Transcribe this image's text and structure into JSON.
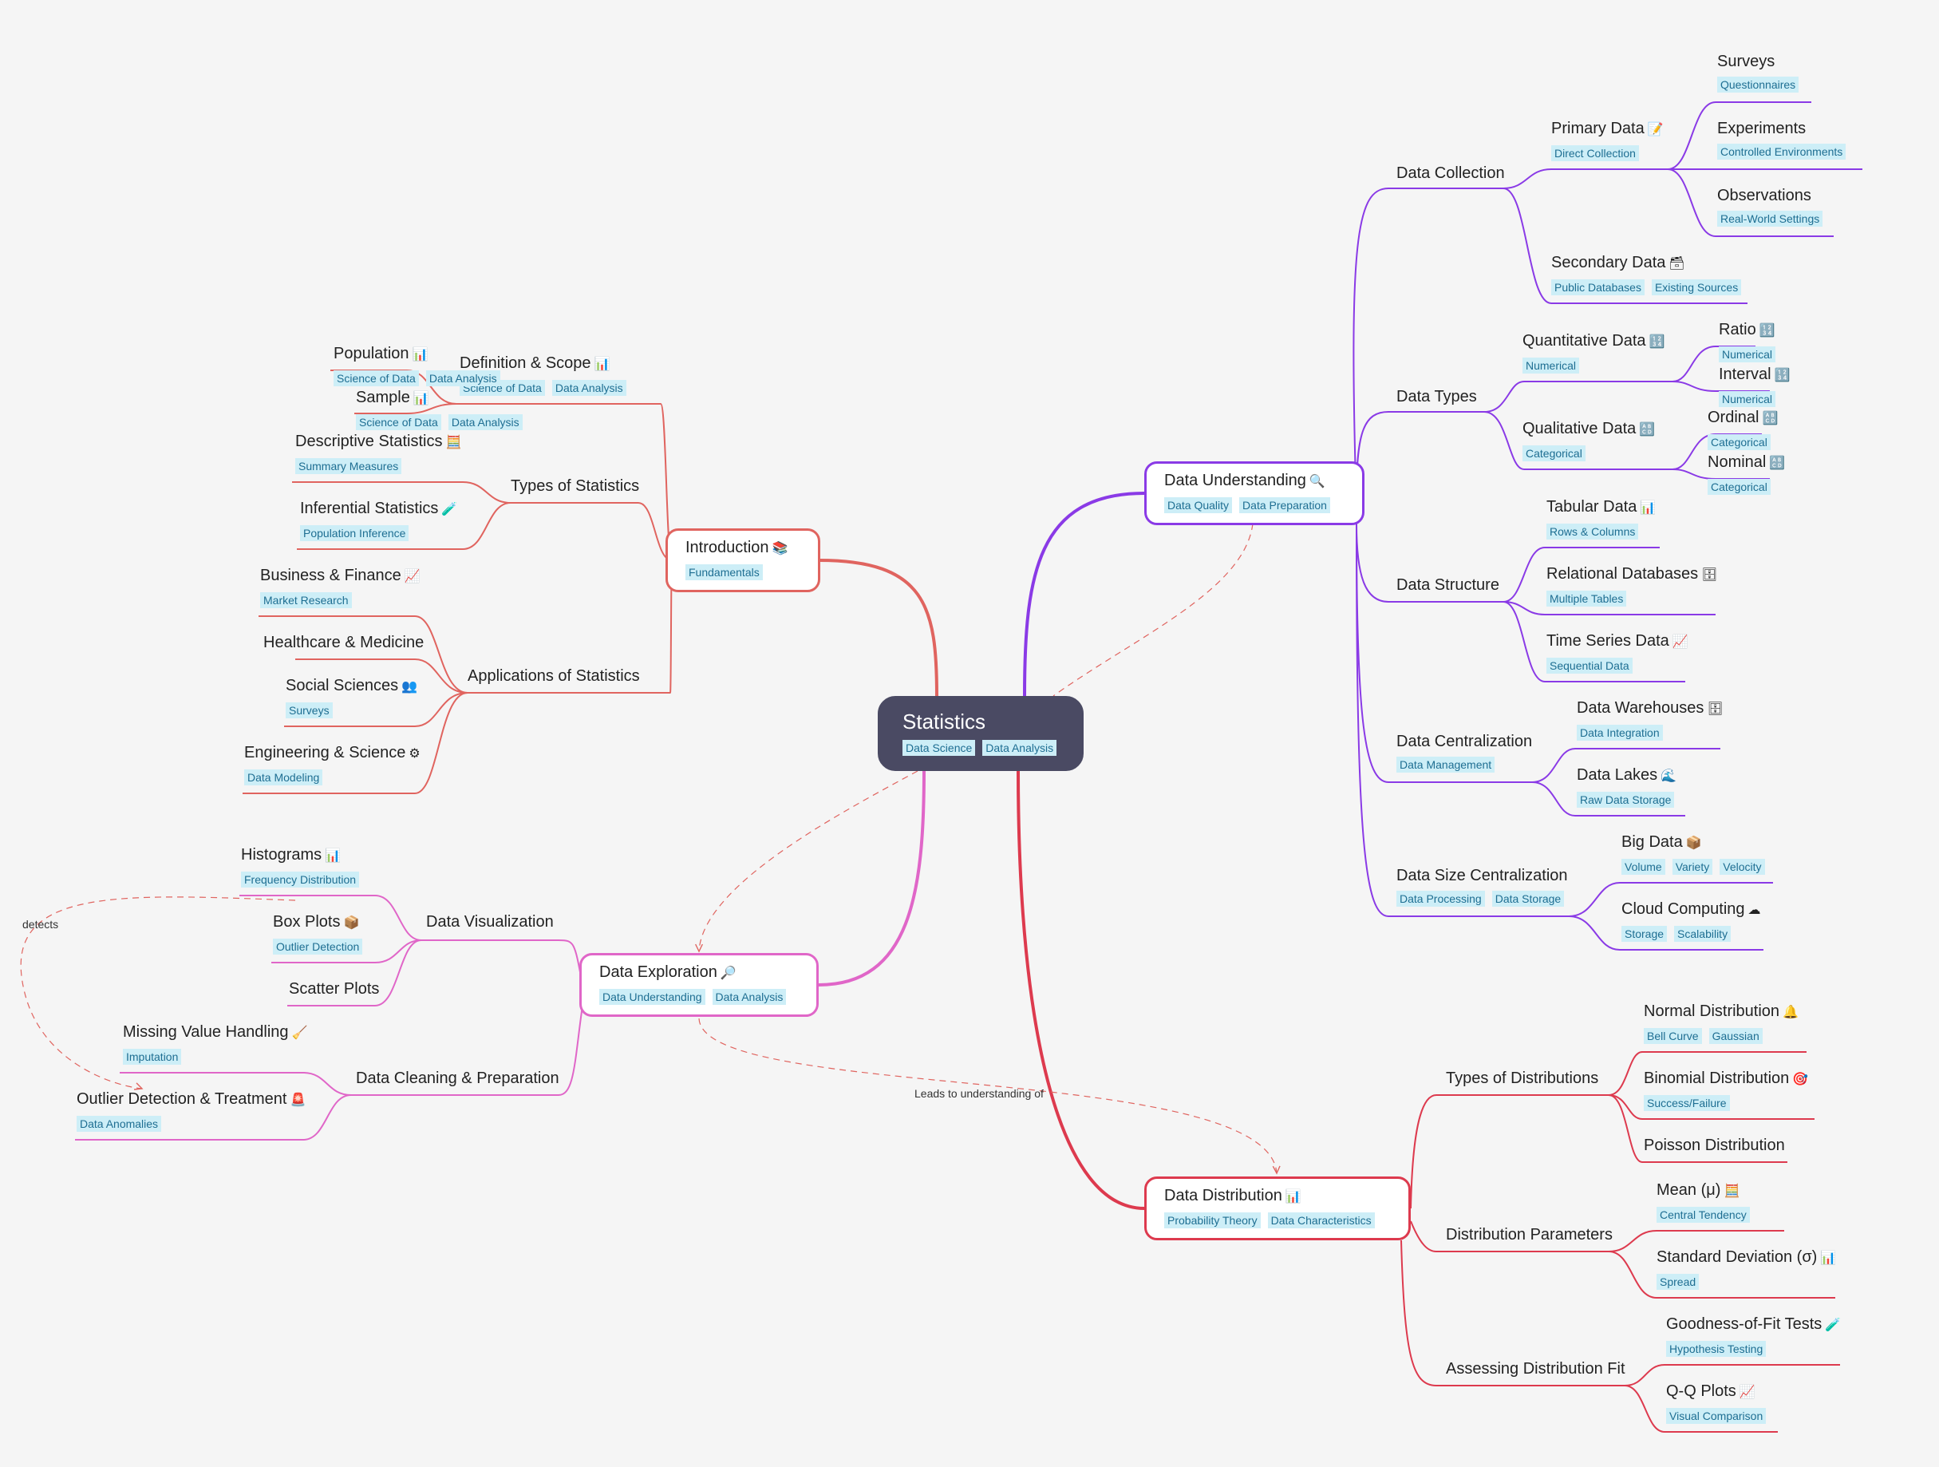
{
  "colors": {
    "introduction": "#e0645f",
    "exploration": "#e066c8",
    "understanding": "#8a3ae6",
    "distribution": "#dd3a4e",
    "root": "#4a4a63",
    "tag_bg": "#cdeef7",
    "tag_text": "#1e6e92"
  },
  "root": {
    "title": "Statistics",
    "tags": [
      "Data Science",
      "Data Analysis"
    ]
  },
  "introduction": {
    "title": "Introduction",
    "icon": "📚",
    "tags": [
      "Fundamentals"
    ],
    "definition": {
      "title": "Definition & Scope",
      "icon": "📊",
      "tags": [
        "Science of Data",
        "Data Analysis"
      ],
      "children": [
        "Population",
        "Sample"
      ]
    },
    "types": {
      "title": "Types of Statistics",
      "descriptive": {
        "title": "Descriptive Statistics",
        "icon": "🧮",
        "tags": [
          "Summary Measures"
        ]
      },
      "inferential": {
        "title": "Inferential Statistics",
        "icon": "🧪",
        "tags": [
          "Population Inference"
        ]
      }
    },
    "applications": {
      "title": "Applications of Statistics",
      "business": {
        "title": "Business & Finance",
        "icon": "📈",
        "tags": [
          "Market Research"
        ]
      },
      "healthcare": {
        "title": "Healthcare & Medicine"
      },
      "social": {
        "title": "Social Sciences",
        "icon": "👥",
        "tags": [
          "Surveys"
        ]
      },
      "engineering": {
        "title": "Engineering & Science",
        "icon": "⚙",
        "tags": [
          "Data Modeling"
        ]
      }
    }
  },
  "exploration": {
    "title": "Data Exploration",
    "icon": "🔎",
    "tags": [
      "Data Understanding",
      "Data Analysis"
    ],
    "visualization": {
      "title": "Data Visualization",
      "histograms": {
        "title": "Histograms",
        "icon": "📊",
        "tags": [
          "Frequency Distribution"
        ]
      },
      "boxplots": {
        "title": "Box Plots",
        "icon": "📦",
        "tags": [
          "Outlier Detection"
        ]
      },
      "scatter": {
        "title": "Scatter Plots"
      }
    },
    "cleaning": {
      "title": "Data Cleaning & Preparation",
      "missing": {
        "title": "Missing Value Handling",
        "icon": "🧹",
        "tags": [
          "Imputation"
        ]
      },
      "outlier": {
        "title": "Outlier Detection & Treatment",
        "icon": "🚨",
        "tags": [
          "Data Anomalies"
        ]
      }
    }
  },
  "understanding": {
    "title": "Data Understanding",
    "icon": "🔍",
    "tags": [
      "Data Quality",
      "Data Preparation"
    ],
    "collection": {
      "title": "Data Collection",
      "primary": {
        "title": "Primary Data",
        "icon": "📝",
        "tags": [
          "Direct Collection"
        ],
        "surveys": {
          "title": "Surveys",
          "tags": [
            "Questionnaires"
          ]
        },
        "experiments": {
          "title": "Experiments",
          "tags": [
            "Controlled Environments"
          ]
        },
        "observations": {
          "title": "Observations",
          "tags": [
            "Real-World Settings"
          ]
        }
      },
      "secondary": {
        "title": "Secondary Data",
        "icon": "🗃",
        "tags": [
          "Public Databases",
          "Existing Sources"
        ]
      }
    },
    "types": {
      "title": "Data Types",
      "quantitative": {
        "title": "Quantitative Data",
        "icon": "🔢",
        "tags": [
          "Numerical"
        ],
        "children": [
          "Ratio",
          "Interval"
        ]
      },
      "qualitative": {
        "title": "Qualitative Data",
        "icon": "🔠",
        "tags": [
          "Categorical"
        ],
        "children": [
          "Ordinal",
          "Nominal"
        ]
      }
    },
    "structure": {
      "title": "Data Structure",
      "tabular": {
        "title": "Tabular Data",
        "icon": "📊",
        "tags": [
          "Rows & Columns"
        ]
      },
      "relational": {
        "title": "Relational Databases",
        "icon": "🗄",
        "tags": [
          "Multiple Tables"
        ]
      },
      "timeseries": {
        "title": "Time Series Data",
        "icon": "📈",
        "tags": [
          "Sequential Data"
        ]
      }
    },
    "centralization": {
      "title": "Data Centralization",
      "tags": [
        "Data Management"
      ],
      "warehouses": {
        "title": "Data Warehouses",
        "icon": "🗄",
        "tags": [
          "Data Integration"
        ]
      },
      "lakes": {
        "title": "Data Lakes",
        "icon": "🌊",
        "tags": [
          "Raw Data Storage"
        ]
      }
    },
    "size": {
      "title": "Data Size Centralization",
      "tags": [
        "Data Processing",
        "Data Storage"
      ],
      "bigdata": {
        "title": "Big Data",
        "icon": "📦",
        "tags": [
          "Volume",
          "Variety",
          "Velocity"
        ]
      },
      "cloud": {
        "title": "Cloud Computing",
        "icon": "☁",
        "tags": [
          "Storage",
          "Scalability"
        ]
      }
    }
  },
  "distribution": {
    "title": "Data Distribution",
    "icon": "📊",
    "tags": [
      "Probability Theory",
      "Data Characteristics"
    ],
    "types": {
      "title": "Types of Distributions",
      "normal": {
        "title": "Normal Distribution",
        "icon": "🔔",
        "tags": [
          "Bell Curve",
          "Gaussian"
        ]
      },
      "binomial": {
        "title": "Binomial Distribution",
        "icon": "🎯",
        "tags": [
          "Success/Failure"
        ]
      },
      "poisson": {
        "title": "Poisson Distribution"
      }
    },
    "parameters": {
      "title": "Distribution Parameters",
      "mean": {
        "title": "Mean (μ)",
        "icon": "🧮",
        "tags": [
          "Central Tendency"
        ]
      },
      "stddev": {
        "title": "Standard Deviation (σ)",
        "icon": "📊",
        "tags": [
          "Spread"
        ]
      }
    },
    "fit": {
      "title": "Assessing Distribution Fit",
      "gof": {
        "title": "Goodness-of-Fit Tests",
        "icon": "🧪",
        "tags": [
          "Hypothesis Testing"
        ]
      },
      "qq": {
        "title": "Q-Q Plots",
        "icon": "📈",
        "tags": [
          "Visual Comparison"
        ]
      }
    }
  },
  "relations": {
    "detects": "detects",
    "leads_to": "Leads to understanding of"
  }
}
